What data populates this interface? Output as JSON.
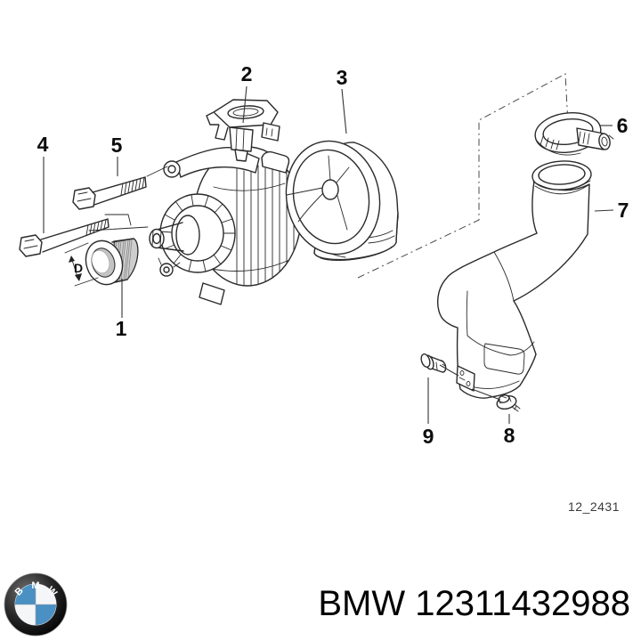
{
  "diagram": {
    "code": "12_2431",
    "dimension_label": "D",
    "callouts": [
      "1",
      "2",
      "3",
      "4",
      "5",
      "6",
      "7",
      "8",
      "9"
    ]
  },
  "footer": {
    "brand": "BMW",
    "part_number": "12311432988",
    "logo": {
      "letters": [
        "B",
        "M",
        "W"
      ],
      "blue": "#4a90c2",
      "white": "#f4f6f8"
    }
  }
}
